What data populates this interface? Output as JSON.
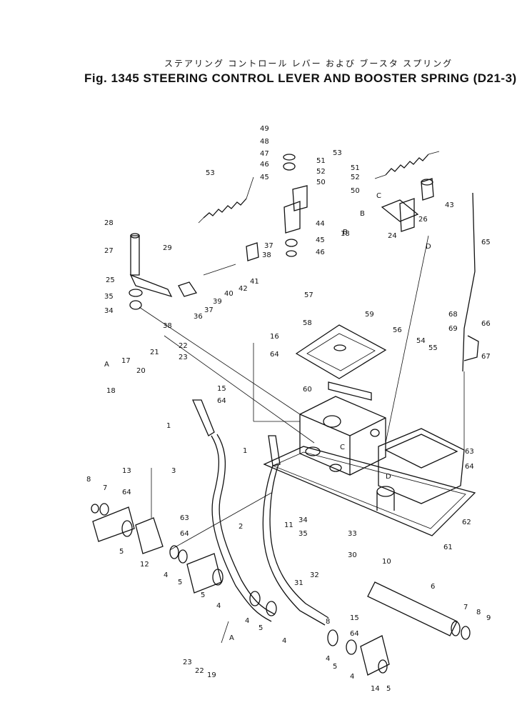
{
  "header": {
    "subtitle_jp": "ステアリング コントロール レバー および ブースタ スプリング",
    "title": "Fig. 1345  STEERING CONTROL LEVER AND BOOSTER SPRING (D21-3)"
  },
  "callouts": [
    "49",
    "48",
    "47",
    "46",
    "45",
    "51",
    "52",
    "50",
    "53",
    "53",
    "51",
    "52",
    "50",
    "43",
    "28",
    "27",
    "29",
    "44",
    "45",
    "46",
    "26",
    "24",
    "18",
    "65",
    "25",
    "35",
    "34",
    "38",
    "36",
    "37",
    "39",
    "40",
    "42",
    "41",
    "37",
    "38",
    "57",
    "58",
    "59",
    "16",
    "64",
    "22",
    "23",
    "21",
    "20",
    "17",
    "18",
    "56",
    "54",
    "55",
    "68",
    "69",
    "66",
    "67",
    "15",
    "64",
    "60",
    "1",
    "1",
    "3",
    "13",
    "64",
    "63",
    "64",
    "8",
    "7",
    "5",
    "12",
    "4",
    "5",
    "5",
    "4",
    "4",
    "5",
    "4",
    "2",
    "11",
    "34",
    "35",
    "33",
    "30",
    "32",
    "31",
    "10",
    "6",
    "63",
    "64",
    "62",
    "61",
    "15",
    "64",
    "8",
    "4",
    "5",
    "4",
    "14",
    "5",
    "7",
    "8",
    "9",
    "23",
    "22",
    "19"
  ],
  "point_labels": [
    "A",
    "B",
    "C",
    "D",
    "A",
    "B",
    "C",
    "D"
  ]
}
